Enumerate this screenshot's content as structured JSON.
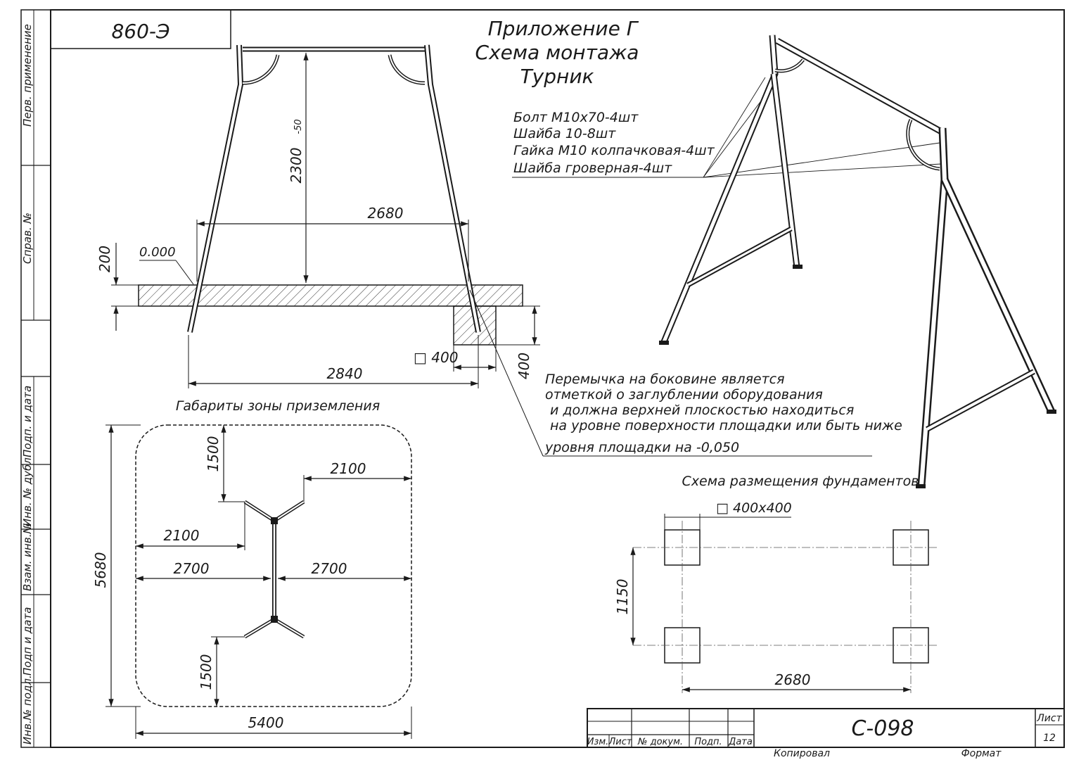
{
  "sheet": {
    "code_top": "860-Э",
    "title_lines": [
      "Приложение Г",
      "Схема монтажа",
      "Турник"
    ],
    "doc_code": "С-098",
    "sheet_label": "Лист",
    "sheet_number": "12",
    "copied": "Копировал",
    "format": "Формат",
    "stamp_headers": [
      "Изм.",
      "Лист",
      "№ докум.",
      "Подп.",
      "Дата"
    ],
    "left_strip": [
      "Перв. применение",
      "Справ. №",
      "Подп. и дата",
      "Инв. № дубл.",
      "Взам. инв.№",
      "Подп и дата",
      "Инв.№ подл."
    ]
  },
  "front_view": {
    "dim_height": "2300",
    "dim_height_tol": "-50",
    "dim_span_top": "2680",
    "dim_span_bottom": "2840",
    "level_label": "0.000",
    "dim_depth": "200",
    "dim_foundation_size": "□ 400",
    "dim_foundation_depth": "400"
  },
  "hardware": [
    "Болт М10х70-4шт",
    "Шайба 10-8шт",
    "Гайка М10 колпачковая-4шт",
    "Шайба гроверная-4шт"
  ],
  "note": [
    "Перемычка на боковине является",
    "отметкой о заглублении оборудования",
    "и должна верхней плоскостью находиться",
    "на уровне поверхности площадки или быть ниже",
    "уровня площадки на -0,050"
  ],
  "zone": {
    "title": "Габариты зоны приземления",
    "dim_top": "1500",
    "dim_bottom": "1500",
    "dim_right_top": "2100",
    "dim_left": "2100",
    "dim_half_left": "2700",
    "dim_half_right": "2700",
    "dim_height": "5680",
    "dim_width": "5400"
  },
  "foundations": {
    "title": "Схема размещения фундаментов",
    "size_label": "□ 400х400",
    "dim_vertical": "1150",
    "dim_horizontal": "2680"
  }
}
